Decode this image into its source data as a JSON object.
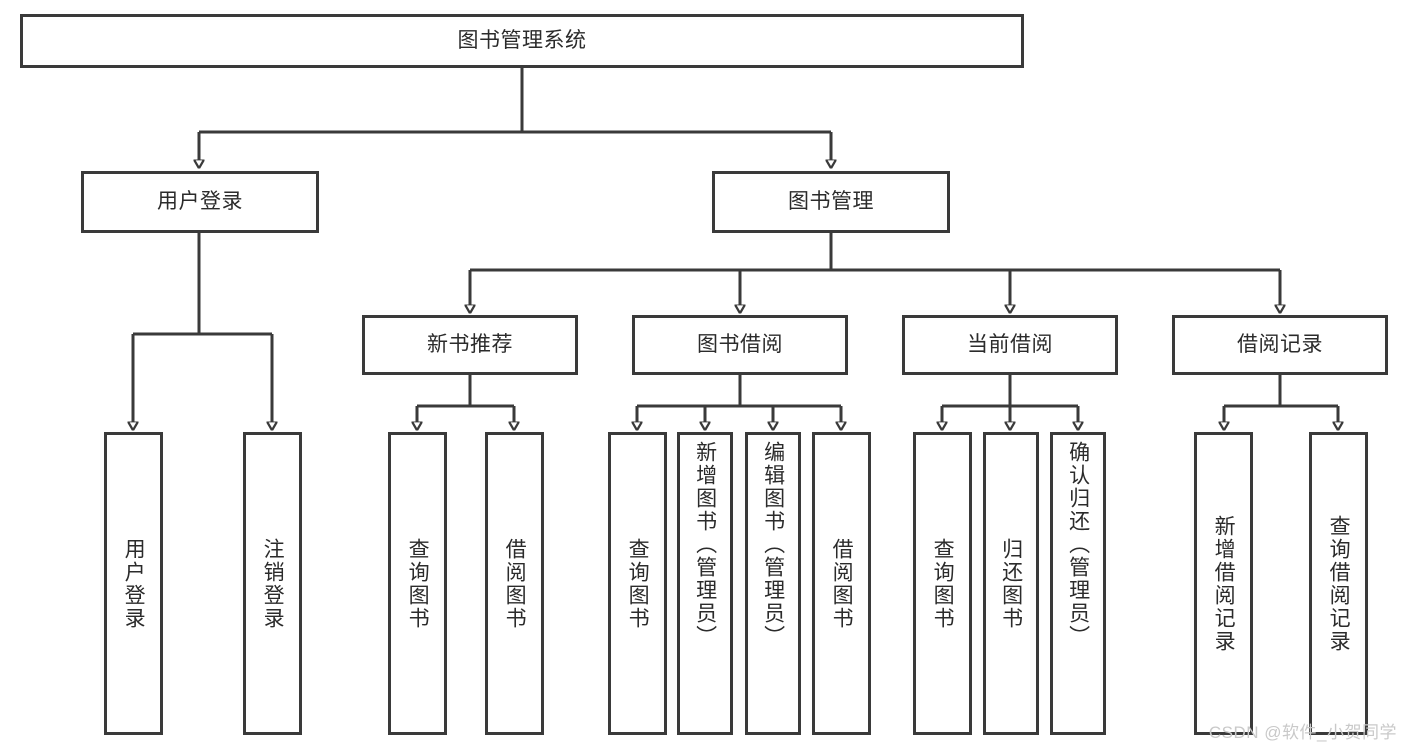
{
  "diagram": {
    "title_node": {
      "label": "图书管理系统"
    },
    "colors": {
      "stroke": "#3a3a3a",
      "text": "#2b2b2b",
      "background": "#ffffff",
      "watermark": "#c9c9c9"
    },
    "level2": [
      {
        "id": "user-login",
        "label": "用户登录"
      },
      {
        "id": "book-management",
        "label": "图书管理"
      }
    ],
    "level3": [
      {
        "id": "new-book-recommend",
        "label": "新书推荐"
      },
      {
        "id": "book-borrow",
        "label": "图书借阅"
      },
      {
        "id": "current-borrow",
        "label": "当前借阅"
      },
      {
        "id": "borrow-record",
        "label": "借阅记录"
      }
    ],
    "leaves": {
      "user_login": [
        {
          "id": "leaf-user-login",
          "label": "用户登录"
        },
        {
          "id": "leaf-logout-login",
          "label": "注销登录"
        }
      ],
      "new_book_recommend": [
        {
          "id": "leaf-query-book-1",
          "label": "查询图书"
        },
        {
          "id": "leaf-borrow-book-1",
          "label": "借阅图书"
        }
      ],
      "book_borrow": [
        {
          "id": "leaf-query-book-2",
          "label": "查询图书"
        },
        {
          "id": "leaf-add-book",
          "label": "新增图书（管理员）"
        },
        {
          "id": "leaf-edit-book",
          "label": "编辑图书（管理员）"
        },
        {
          "id": "leaf-borrow-book-2",
          "label": "借阅图书"
        }
      ],
      "current_borrow": [
        {
          "id": "leaf-query-book-3",
          "label": "查询图书"
        },
        {
          "id": "leaf-return-book",
          "label": "归还图书"
        },
        {
          "id": "leaf-confirm-return",
          "label": "确认归还（管理员）"
        }
      ],
      "borrow_record": [
        {
          "id": "leaf-add-record",
          "label": "新增借阅记录"
        },
        {
          "id": "leaf-query-record",
          "label": "查询借阅记录"
        }
      ]
    }
  },
  "watermark": {
    "text": "CSDN @软件_小贺同学"
  }
}
